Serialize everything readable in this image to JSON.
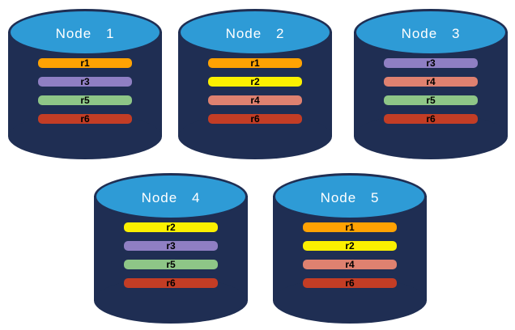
{
  "diagram": {
    "description": "Five database nodes with replica placement",
    "colors": {
      "cylinder_body": "#1F2E53",
      "cylinder_top": "#2E9BD6",
      "title_text": "#FFFFFF",
      "bar_text": "#000000"
    },
    "nodes": [
      {
        "title": "Node 1",
        "replicas": [
          {
            "label": "r1",
            "color": "#FFA203"
          },
          {
            "label": "r3",
            "color": "#8F7FC3"
          },
          {
            "label": "r5",
            "color": "#8EC687"
          },
          {
            "label": "r6",
            "color": "#C33D25"
          }
        ]
      },
      {
        "title": "Node 2",
        "replicas": [
          {
            "label": "r1",
            "color": "#FFA203"
          },
          {
            "label": "r2",
            "color": "#FBF000"
          },
          {
            "label": "r4",
            "color": "#DF8170"
          },
          {
            "label": "r6",
            "color": "#C33D25"
          }
        ]
      },
      {
        "title": "Node 3",
        "replicas": [
          {
            "label": "r3",
            "color": "#8F7FC3"
          },
          {
            "label": "r4",
            "color": "#DF8170"
          },
          {
            "label": "r5",
            "color": "#8EC687"
          },
          {
            "label": "r6",
            "color": "#C33D25"
          }
        ]
      },
      {
        "title": "Node 4",
        "replicas": [
          {
            "label": "r2",
            "color": "#FBF000"
          },
          {
            "label": "r3",
            "color": "#8F7FC3"
          },
          {
            "label": "r5",
            "color": "#8EC687"
          },
          {
            "label": "r6",
            "color": "#C33D25"
          }
        ]
      },
      {
        "title": "Node 5",
        "replicas": [
          {
            "label": "r1",
            "color": "#FFA203"
          },
          {
            "label": "r2",
            "color": "#FBF000"
          },
          {
            "label": "r4",
            "color": "#DF8170"
          },
          {
            "label": "r6",
            "color": "#C33D25"
          }
        ]
      }
    ]
  }
}
